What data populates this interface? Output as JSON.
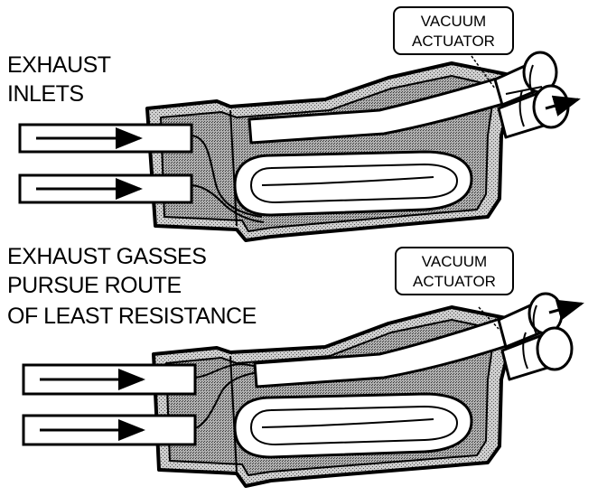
{
  "labels": {
    "top": {
      "inlets_line1": "EXHAUST",
      "inlets_line2": "INLETS",
      "actuator_line1": "VACUUM",
      "actuator_line2": "ACTUATOR"
    },
    "bottom": {
      "caption_line1": "EXHAUST GASSES",
      "caption_line2": "PURSUE ROUTE",
      "caption_line3": "OF LEAST RESISTANCE",
      "actuator_line1": "VACUUM",
      "actuator_line2": "ACTUATOR"
    }
  },
  "colors": {
    "ink": "#000000",
    "paper": "#ffffff",
    "shell_fill": "#bdbdbd",
    "shell_inner": "#d6d6d6"
  }
}
